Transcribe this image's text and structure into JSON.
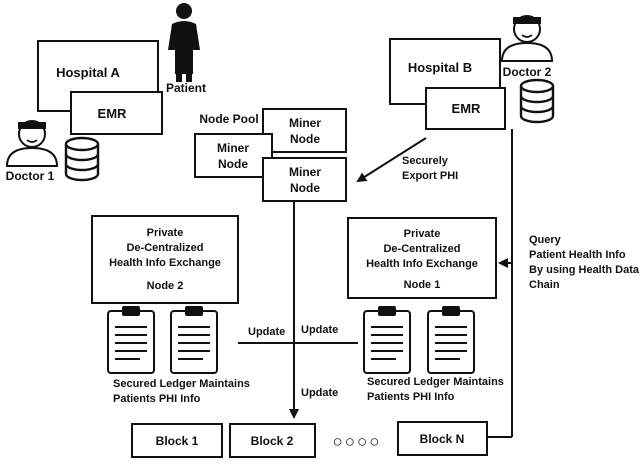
{
  "hospital_a": {
    "title": "Hospital A",
    "emr": "EMR"
  },
  "hospital_b": {
    "title": "Hospital B",
    "emr": "EMR"
  },
  "people": {
    "patient": "Patient",
    "doctor1": "Doctor 1",
    "doctor2": "Doctor 2"
  },
  "node_pool": {
    "label": "Node Pool",
    "miner_line1": "Miner",
    "miner_line2": "Node"
  },
  "edge_labels": {
    "export_line1": "Securely",
    "export_line2": "Export PHI",
    "query_lines": [
      "Query",
      "Patient Health Info",
      "By using Health Data",
      "Chain"
    ],
    "update": "Update"
  },
  "exchange": {
    "lines": [
      "Private",
      "De-Centralized",
      "Health Info Exchange"
    ],
    "node_left": "Node 2",
    "node_right": "Node 1"
  },
  "ledger": {
    "line1": "Secured Ledger Maintains",
    "line2": "Patients PHI Info"
  },
  "chain": {
    "block1": "Block 1",
    "block2": "Block 2",
    "blockN": "Block N",
    "ellipsis": "○○○○"
  }
}
